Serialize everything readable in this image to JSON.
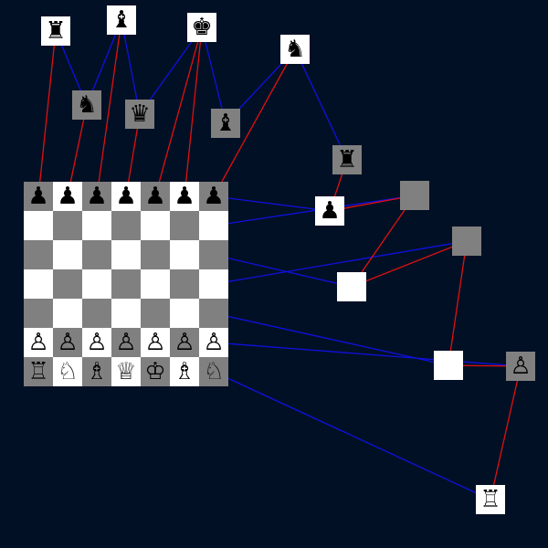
{
  "colors": {
    "background": "#021025",
    "light_square": "#ffffff",
    "dark_square": "#808080",
    "link_blue": "#1010e0",
    "link_red": "#e01010"
  },
  "board": {
    "ranks": [
      [
        "p",
        "p",
        "p",
        "p",
        "p",
        "p",
        "p"
      ],
      [
        "",
        "",
        "",
        "",
        "",
        "",
        ""
      ],
      [
        "",
        "",
        "",
        "",
        "",
        "",
        ""
      ],
      [
        "",
        "",
        "",
        "",
        "",
        "",
        ""
      ],
      [
        "",
        "",
        "",
        "",
        "",
        "",
        ""
      ],
      [
        "P",
        "P",
        "P",
        "P",
        "P",
        "P",
        "P"
      ],
      [
        "R",
        "N",
        "B",
        "Q",
        "K",
        "B",
        "N"
      ]
    ]
  },
  "glyphs": {
    "K": "♔",
    "Q": "♕",
    "R": "♖",
    "B": "♗",
    "N": "♘",
    "P": "♙",
    "k": "♚",
    "q": "♛",
    "r": "♜",
    "b": "♝",
    "n": "♞",
    "p": "♟"
  },
  "icons": {
    "K": "white-king-icon",
    "Q": "white-queen-icon",
    "R": "white-rook-icon",
    "B": "white-bishop-icon",
    "N": "white-knight-icon",
    "P": "white-pawn-icon",
    "k": "black-king-icon",
    "q": "black-queen-icon",
    "r": "black-rook-icon",
    "b": "black-bishop-icon",
    "n": "black-knight-icon",
    "p": "black-pawn-icon"
  },
  "floating_pieces": [
    {
      "id": "black-rook-top",
      "piece": "r",
      "tile": "white"
    },
    {
      "id": "black-bishop-top",
      "piece": "b",
      "tile": "white"
    },
    {
      "id": "black-king-top",
      "piece": "k",
      "tile": "white"
    },
    {
      "id": "black-knight-top",
      "piece": "n",
      "tile": "white"
    },
    {
      "id": "black-knight-mid",
      "piece": "n",
      "tile": "grey"
    },
    {
      "id": "black-queen-mid",
      "piece": "q",
      "tile": "grey"
    },
    {
      "id": "black-bishop-mid",
      "piece": "b",
      "tile": "grey"
    },
    {
      "id": "black-rook-mid",
      "piece": "r",
      "tile": "grey"
    },
    {
      "id": "black-pawn-right",
      "piece": "p",
      "tile": "white"
    },
    {
      "id": "empty-tile-grey-a",
      "piece": "",
      "tile": "grey"
    },
    {
      "id": "empty-tile-grey-b",
      "piece": "",
      "tile": "grey"
    },
    {
      "id": "empty-tile-white-a",
      "piece": "",
      "tile": "white"
    },
    {
      "id": "empty-tile-white-b",
      "piece": "",
      "tile": "white"
    },
    {
      "id": "white-pawn-right",
      "piece": "P",
      "tile": "grey"
    },
    {
      "id": "white-rook-bottom",
      "piece": "R",
      "tile": "white"
    }
  ]
}
